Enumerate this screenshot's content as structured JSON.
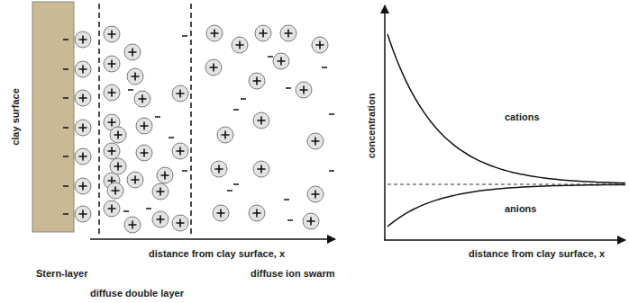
{
  "diagram": {
    "labels": [
      "clay surface",
      "distance from clay surface, x",
      "Stern-layer",
      "diffuse ion swarm",
      "diffuse double layer",
      "concentration",
      "cations",
      "anions",
      "distance from clay surface, x"
    ]
  }
}
